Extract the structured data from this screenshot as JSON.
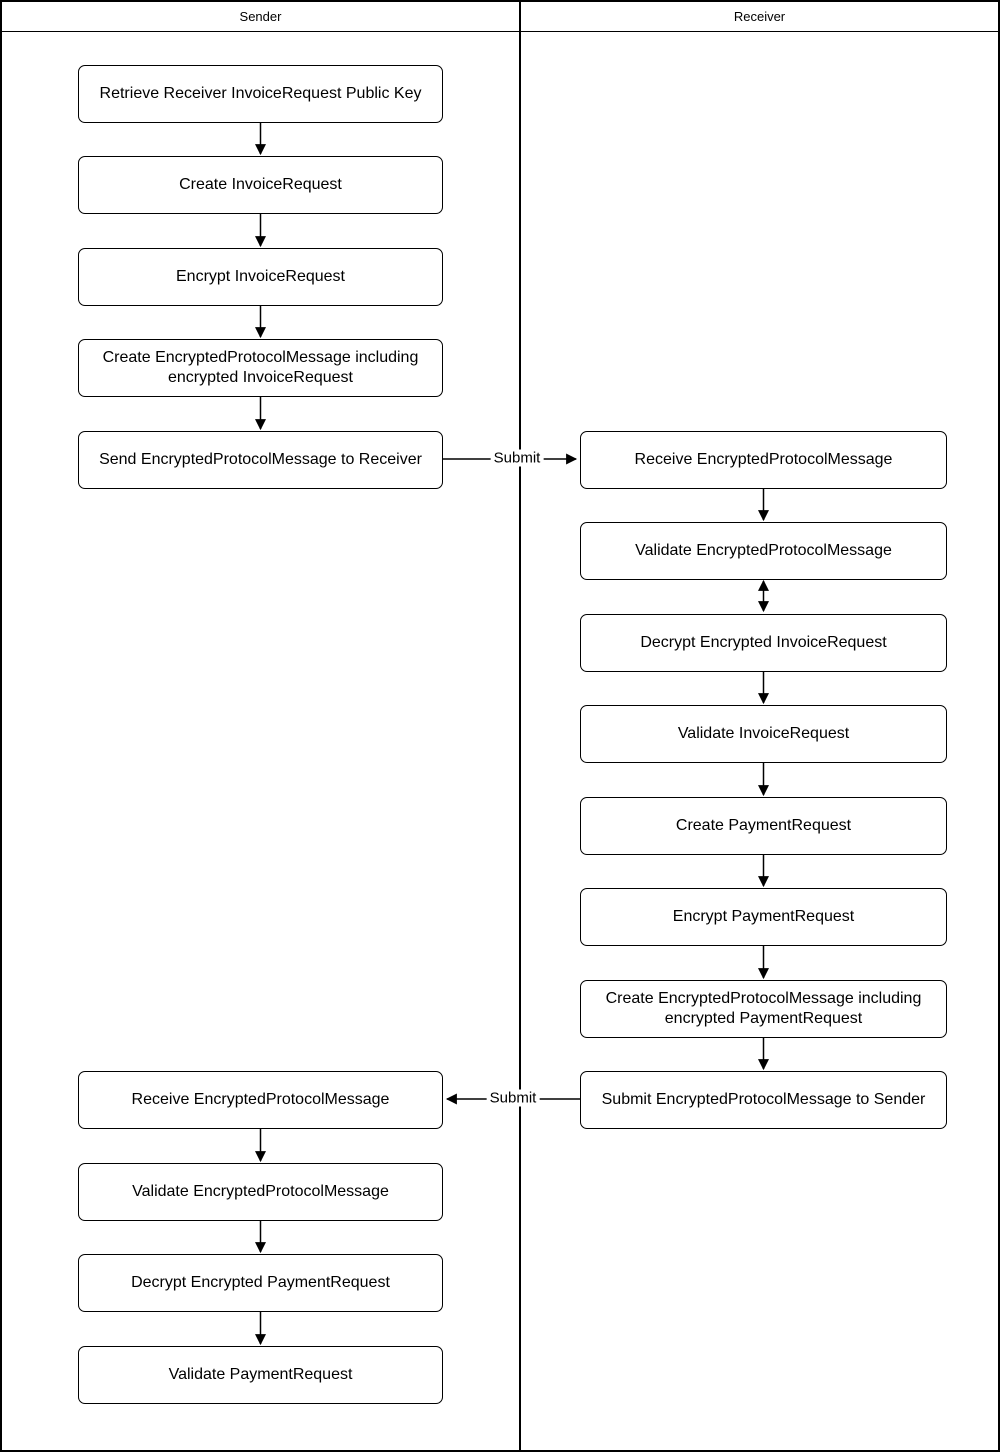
{
  "colors": {
    "stroke": "#000000",
    "background": "#ffffff"
  },
  "lanes": {
    "sender": {
      "label": "Sender"
    },
    "receiver": {
      "label": "Receiver"
    }
  },
  "sender_flow": [
    "Retrieve Receiver InvoiceRequest Public Key",
    "Create InvoiceRequest",
    "Encrypt InvoiceRequest",
    "Create EncryptedProtocolMessage including encrypted InvoiceRequest",
    "Send EncryptedProtocolMessage to Receiver"
  ],
  "receiver_flow": [
    "Receive EncryptedProtocolMessage",
    "Validate EncryptedProtocolMessage",
    "Decrypt Encrypted InvoiceRequest",
    "Validate InvoiceRequest",
    "Create PaymentRequest",
    "Encrypt PaymentRequest",
    "Create EncryptedProtocolMessage including encrypted PaymentRequest",
    "Submit EncryptedProtocolMessage to Sender"
  ],
  "sender_return_flow": [
    "Receive EncryptedProtocolMessage",
    "Validate EncryptedProtocolMessage",
    "Decrypt Encrypted PaymentRequest",
    "Validate PaymentRequest"
  ],
  "edges": {
    "submit_to_receiver": "Submit",
    "submit_to_sender": "Submit"
  }
}
